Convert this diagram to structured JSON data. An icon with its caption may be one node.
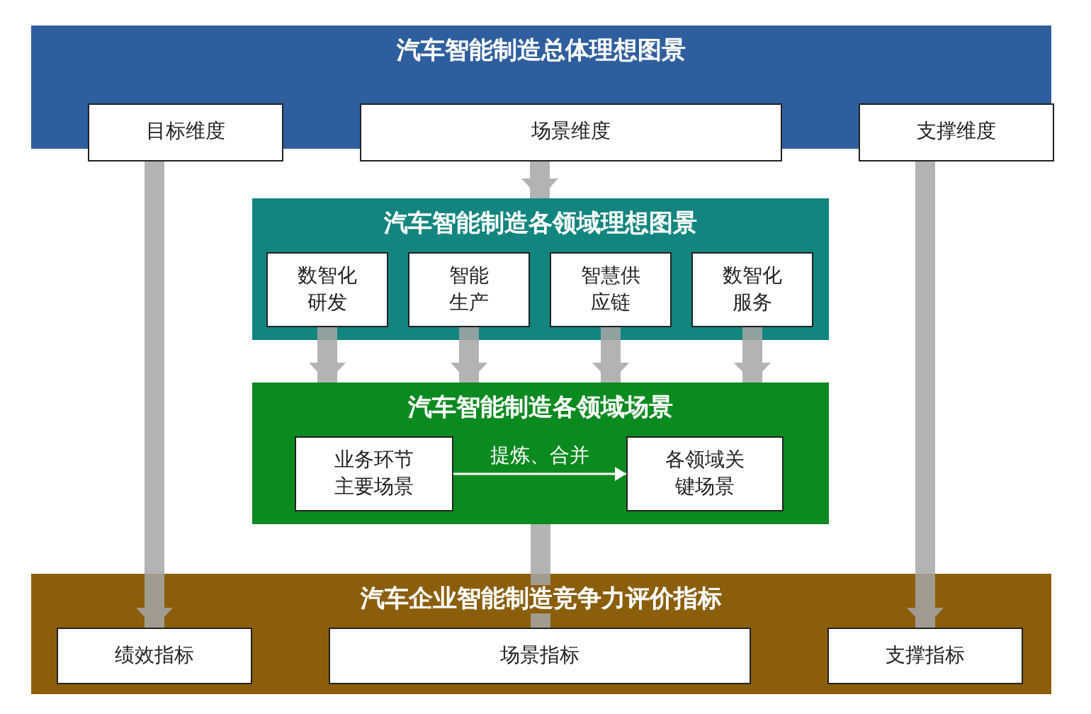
{
  "diagram": {
    "nodes": [
      {
        "text": [
          "汽车智能制造总体理想图景"
        ]
      },
      {
        "text": [
          "目标维度"
        ],
        "in": 0
      },
      {
        "text": [
          "场景维度"
        ],
        "in": 0
      },
      {
        "text": [
          "支撑维度"
        ],
        "in": 0
      },
      {
        "text": [
          "汽车智能制造各领域理想图景"
        ]
      },
      {
        "text": [
          "数智化研发"
        ],
        "in": 4
      },
      {
        "text": [
          "智能生产"
        ],
        "in": 4
      },
      {
        "text": [
          "智慧供应链"
        ],
        "in": 4
      },
      {
        "text": [
          "数智化服务"
        ],
        "in": 4
      },
      {
        "text": [
          "汽车智能制造各领域场景"
        ]
      },
      {
        "text": [
          "业务环节主要场景"
        ],
        "in": 9
      },
      {
        "text": [
          "各领域关键场景"
        ],
        "in": 9
      },
      {
        "text": [
          "汽车企业智能制造竞争力评价指标"
        ]
      },
      {
        "text": [
          "绩效指标"
        ],
        "in": 12
      },
      {
        "text": [
          "场景指标"
        ],
        "in": 12
      },
      {
        "text": [
          "支撑指标"
        ],
        "in": 12
      }
    ],
    "edges": [
      {
        "from": 1,
        "to": 13,
        "arrow": "to"
      },
      {
        "from": 2,
        "to": 4,
        "arrow": "to"
      },
      {
        "from": 3,
        "to": 15,
        "arrow": "to"
      },
      {
        "from": 5,
        "to": 9,
        "arrow": "to"
      },
      {
        "from": 6,
        "to": 9,
        "arrow": "to"
      },
      {
        "from": 7,
        "to": 9,
        "arrow": "to"
      },
      {
        "from": 8,
        "to": 9,
        "arrow": "to"
      },
      {
        "from": 10,
        "to": 11,
        "arrow": "to",
        "label": "提炼、合并",
        "color": "#ffffff"
      },
      {
        "from": 9,
        "to": 14,
        "arrow": "none"
      }
    ]
  }
}
